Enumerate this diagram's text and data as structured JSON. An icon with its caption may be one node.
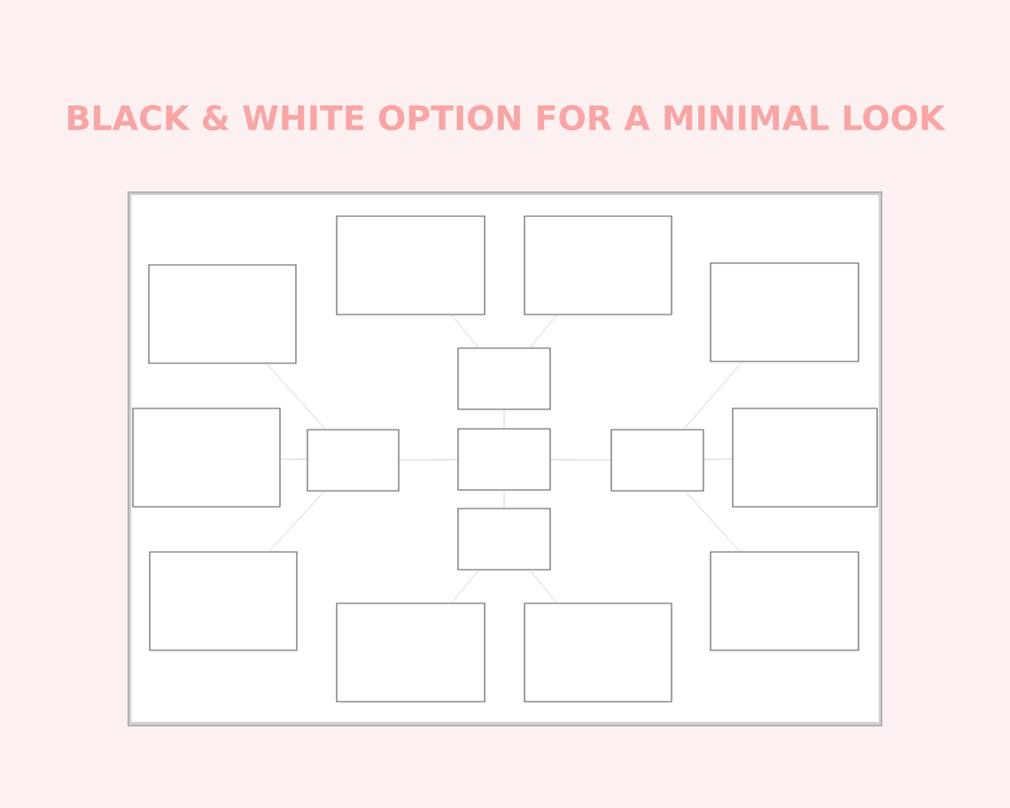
{
  "diagram": {
    "title": "BLACK & WHITE OPTION FOR A MINIMAL LOOK",
    "nodes": [
      {
        "text": [],
        "shape": "box"
      },
      {
        "text": [],
        "shape": "box"
      },
      {
        "text": [],
        "shape": "box"
      },
      {
        "text": [],
        "shape": "box"
      },
      {
        "text": [],
        "shape": "box"
      },
      {
        "text": [],
        "shape": "box"
      },
      {
        "text": [],
        "shape": "box"
      },
      {
        "text": [],
        "shape": "box"
      },
      {
        "text": [],
        "shape": "box"
      },
      {
        "text": [],
        "shape": "box"
      },
      {
        "text": [],
        "shape": "box"
      },
      {
        "text": [],
        "shape": "box"
      },
      {
        "text": [],
        "shape": "box"
      },
      {
        "text": [],
        "shape": "box"
      },
      {
        "text": [],
        "shape": "box"
      }
    ],
    "edges": [
      {
        "from": 4,
        "to": 0,
        "arrow": "none"
      },
      {
        "from": 4,
        "to": 1,
        "arrow": "none"
      },
      {
        "from": 7,
        "to": 4,
        "arrow": "none"
      },
      {
        "from": 7,
        "to": 6,
        "arrow": "none"
      },
      {
        "from": 7,
        "to": 8,
        "arrow": "none"
      },
      {
        "from": 7,
        "to": 10,
        "arrow": "none"
      },
      {
        "from": 6,
        "to": 2,
        "arrow": "none"
      },
      {
        "from": 6,
        "to": 5,
        "arrow": "none"
      },
      {
        "from": 6,
        "to": 11,
        "arrow": "none"
      },
      {
        "from": 8,
        "to": 3,
        "arrow": "none"
      },
      {
        "from": 8,
        "to": 9,
        "arrow": "none"
      },
      {
        "from": 8,
        "to": 12,
        "arrow": "none"
      },
      {
        "from": 10,
        "to": 13,
        "arrow": "none"
      },
      {
        "from": 10,
        "to": 14,
        "arrow": "none"
      }
    ]
  }
}
